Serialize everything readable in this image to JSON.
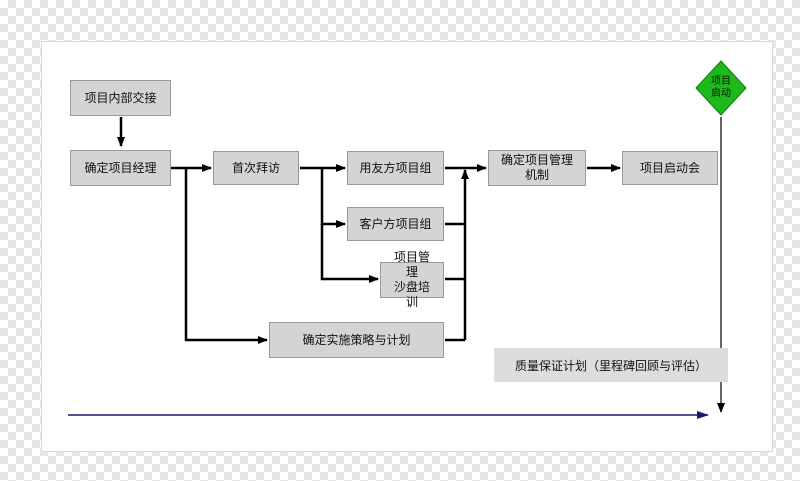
{
  "nodes": {
    "handover": "项目内部交接",
    "pm": "确定项目经理",
    "visit": "首次拜访",
    "yonyou_team": "用友方项目组",
    "client_team": "客户方项目组",
    "sandbox": "项目管\n理\n沙盘培\n训",
    "strategy": "确定实施策略与计划",
    "mechanism": "确定项目管理\n机制",
    "kickoff": "项目启动会"
  },
  "milestone": "项目\n启动",
  "quality_note": "质量保证计划（里程碑回顾与评估）",
  "colors": {
    "box_fill": "#d4d4d4",
    "box_border": "#9a9a9a",
    "arrow": "#000000",
    "timeline": "#1a1a6e",
    "milestone_fill": "#1db91d"
  }
}
